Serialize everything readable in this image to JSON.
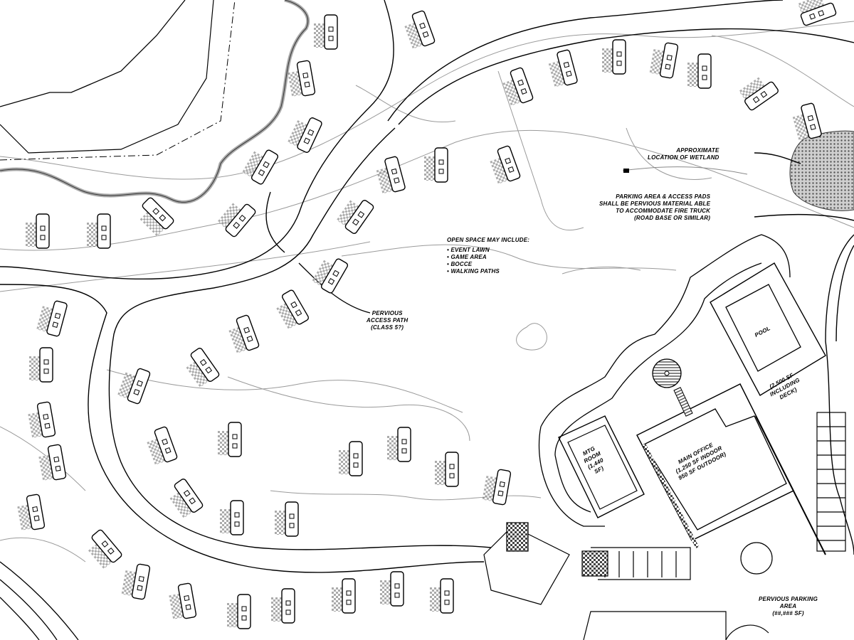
{
  "labels": {
    "wetland": [
      "APPROXIMATE",
      "LOCATION OF WETLAND"
    ],
    "parking_note": [
      "PARKING AREA & ACCESS PADS",
      "SHALL BE PERVIOUS MATERIAL ABLE",
      "TO ACCOMMODATE FIRE TRUCK",
      "(ROAD BASE OR SIMILAR)"
    ],
    "open_space": {
      "title": "OPEN SPACE MAY INCLUDE:",
      "items": [
        "EVENT LAWN",
        "GAME AREA",
        "BOCCE",
        "WALKING PATHS"
      ]
    },
    "access_path": [
      "PERVIOUS",
      "ACCESS PATH",
      "(CLASS 5?)"
    ],
    "pool": "POOL",
    "main_office": [
      "MAIN OFFICE",
      "(1,250 SF INDOOR",
      "950 SF OUTDOOR)"
    ],
    "mtg_room": [
      "MTG",
      "ROOM",
      "(1,440",
      "SF)"
    ],
    "pool_deck": [
      "(2,500 SF",
      "INCLUDING",
      "DECK)"
    ],
    "pervious_parking": [
      "PERVIOUS PARKING",
      "AREA",
      "(##,### SF)"
    ]
  },
  "colors": {
    "line": "#000000",
    "contour": "#9a9a9a",
    "hatch": "#777777"
  }
}
